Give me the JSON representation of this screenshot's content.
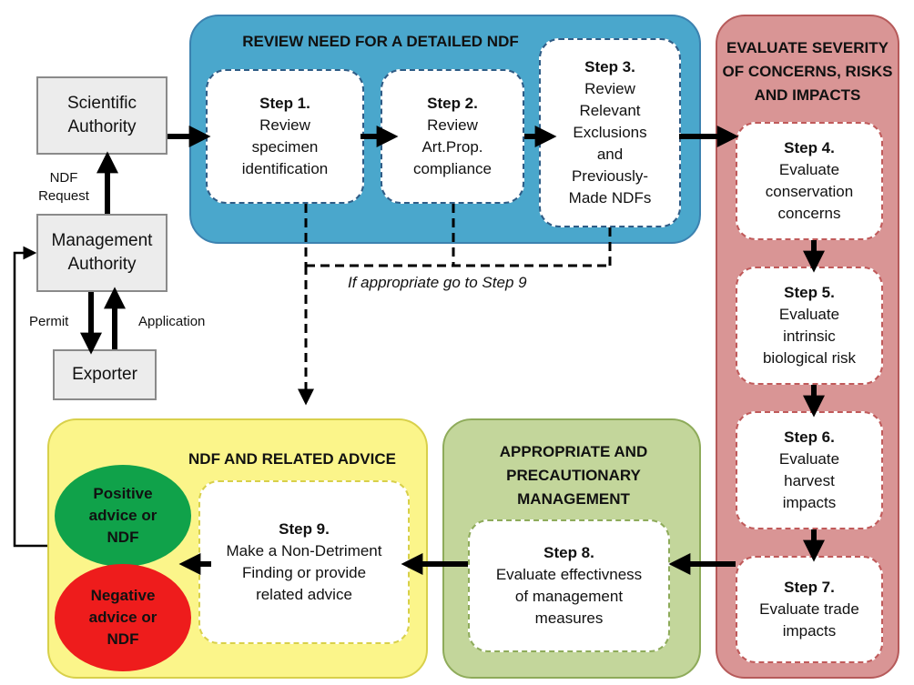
{
  "left_actors": {
    "scientific_authority": "Scientific\nAuthority",
    "management_authority": "Management\nAuthority",
    "exporter": "Exporter",
    "ndf_request_label": "NDF\nRequest",
    "permit_label": "Permit",
    "application_label": "Application"
  },
  "review_panel": {
    "title": "REVIEW NEED FOR A DETAILED NDF",
    "steps": [
      {
        "title": "Step 1.",
        "text": "Review\nspecimen\nidentification"
      },
      {
        "title": "Step 2.",
        "text": "Review\nArt.Prop.\ncompliance"
      },
      {
        "title": "Step 3.",
        "text": "Review\nRelevant\nExclusions\nand\nPreviously-\nMade NDFs"
      }
    ],
    "skip_note": "If appropriate go to Step 9"
  },
  "severity_panel": {
    "title": "EVALUATE SEVERITY\nOF CONCERNS, RISKS\nAND IMPACTS",
    "steps": [
      {
        "title": "Step 4.",
        "text": "Evaluate\nconservation\nconcerns"
      },
      {
        "title": "Step 5.",
        "text": "Evaluate\nintrinsic\nbiological risk"
      },
      {
        "title": "Step 6.",
        "text": "Evaluate\nharvest\nimpacts"
      },
      {
        "title": "Step 7.",
        "text": "Evaluate trade\nimpacts"
      }
    ]
  },
  "management_panel": {
    "title": "APPROPRIATE AND\nPRECAUTIONARY\nMANAGEMENT",
    "step": {
      "title": "Step 8.",
      "text": "Evaluate effectivness\nof management\nmeasures"
    }
  },
  "advice_panel": {
    "title": "NDF AND RELATED ADVICE",
    "step": {
      "title": "Step 9.",
      "text": "Make a Non-Detriment\nFinding or provide\nrelated advice"
    },
    "positive": "Positive\nadvice or\nNDF",
    "negative": "Negative\nadvice or\nNDF"
  },
  "colors": {
    "review": "#4aa7cc",
    "severity": "#d99595",
    "management": "#c3d69b",
    "advice": "#fbf58a",
    "positive": "#10a24a",
    "negative": "#ee1c1c"
  }
}
